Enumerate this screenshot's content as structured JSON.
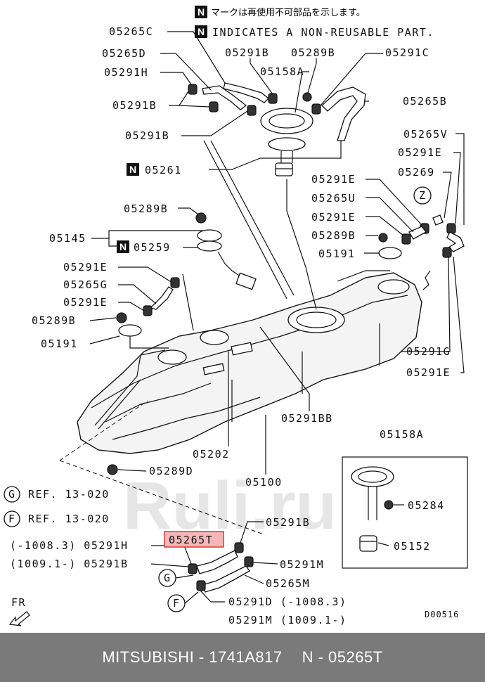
{
  "notes": {
    "jp": "マークは再使用不可部品を示します。",
    "en": "INDICATES A NON-REUSABLE PART.",
    "n_mark": "N"
  },
  "labels": {
    "l05265C": "05265C",
    "l05265D": "05265D",
    "l05291H": "05291H",
    "l05291B_a": "05291B",
    "l05291B_b": "05291B",
    "l05291B_top": "05291B",
    "l05289B_top": "05289B",
    "l05291C": "05291C",
    "l05158A": "05158A",
    "l05265B": "05265B",
    "l05261": "05261",
    "l05265V": "05265V",
    "l05291E_r1": "05291E",
    "l05269": "05269",
    "l05291E_mid": "05291E",
    "l05265U": "05265U",
    "l05291E_mid2": "05291E",
    "l05289B_mid": "05289B",
    "l05191_mid": "05191",
    "l05289B_left": "05289B",
    "l05145": "05145",
    "l05259": "05259",
    "l05291E_left": "05291E",
    "l05265G": "05265G",
    "l05291E_left2": "05291E",
    "l05289B_left2": "05289B",
    "l05191_left": "05191",
    "l05291G": "05291G",
    "l05291E_r2": "05291E",
    "l05291BB": "05291BB",
    "l05202": "05202",
    "l05100": "05100",
    "l05289D": "05289D",
    "l05158A_inset": "05158A",
    "l05284": "05284",
    "l05152": "05152",
    "z_mark": "Z",
    "g_mark": "G",
    "f_mark": "F",
    "ref_g": "REF. 13-020",
    "ref_f": "REF. 13-020",
    "l05291B_bot": "05291B",
    "l05265T": "05265T",
    "l05291H_bot": "(-1008.3) 05291H",
    "l05291B_bot2": "(1009.1-) 05291B",
    "l05291M_a": "05291M",
    "l05265M": "05265M",
    "l05291D": "05291D (-1008.3)",
    "l05291M_b": "05291M (1009.1-)",
    "fr": "FR",
    "code": "D00516"
  },
  "watermark": "Ruli.ru",
  "footer": {
    "brand": "MITSUBISHI - 1741A817",
    "part": "N - 05265T"
  },
  "colors": {
    "highlight_fill": "#f4b6b6",
    "highlight_stroke": "#d63a3a",
    "footer_bg": "#7a7a7a"
  }
}
